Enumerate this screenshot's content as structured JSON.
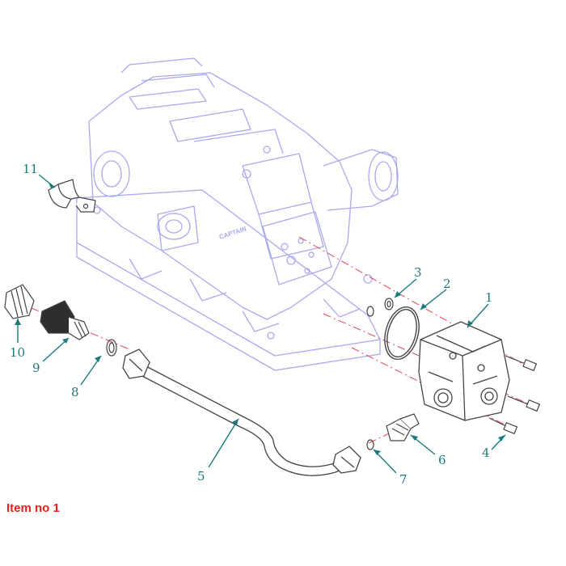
{
  "diagram": {
    "callouts": [
      "1",
      "2",
      "3",
      "4",
      "5",
      "6",
      "7",
      "8",
      "9",
      "10",
      "11"
    ],
    "housing_brand": "CAPTAIN",
    "caption": "Item no 1"
  },
  "colors": {
    "housing_line": "#a9a9ee",
    "part_line": "#444444",
    "callout": "#1b7a7a",
    "axis": "#e0445a",
    "caption": "#e8201a"
  }
}
